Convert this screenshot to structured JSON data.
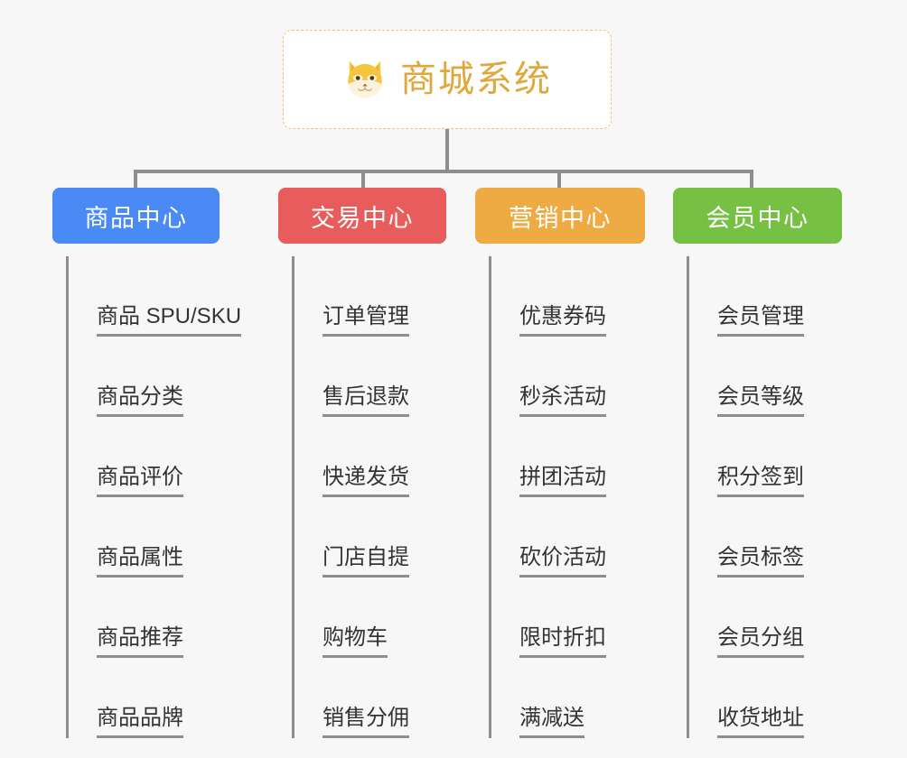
{
  "background_color": "#f7f7f7",
  "root": {
    "icon": "shiba-dog-face-icon",
    "title": "商城系统",
    "title_color": "#e0a73a",
    "border_color": "#eec078",
    "background_color": "#ffffff"
  },
  "connector_color": "#8d8d8d",
  "columns": [
    {
      "id": "product-center",
      "label": "商品中心",
      "color": "#4a8af4",
      "items": [
        "商品 SPU/SKU",
        "商品分类",
        "商品评价",
        "商品属性",
        "商品推荐",
        "商品品牌"
      ]
    },
    {
      "id": "trade-center",
      "label": "交易中心",
      "color": "#e85c5c",
      "items": [
        "订单管理",
        "售后退款",
        "快递发货",
        "门店自提",
        "购物车",
        "销售分佣"
      ]
    },
    {
      "id": "marketing-center",
      "label": "营销中心",
      "color": "#eeab44",
      "items": [
        "优惠券码",
        "秒杀活动",
        "拼团活动",
        "砍价活动",
        "限时折扣",
        "满减送"
      ]
    },
    {
      "id": "member-center",
      "label": "会员中心",
      "color": "#76c043",
      "items": [
        "会员管理",
        "会员等级",
        "积分签到",
        "会员标签",
        "会员分组",
        "收货地址"
      ]
    }
  ]
}
